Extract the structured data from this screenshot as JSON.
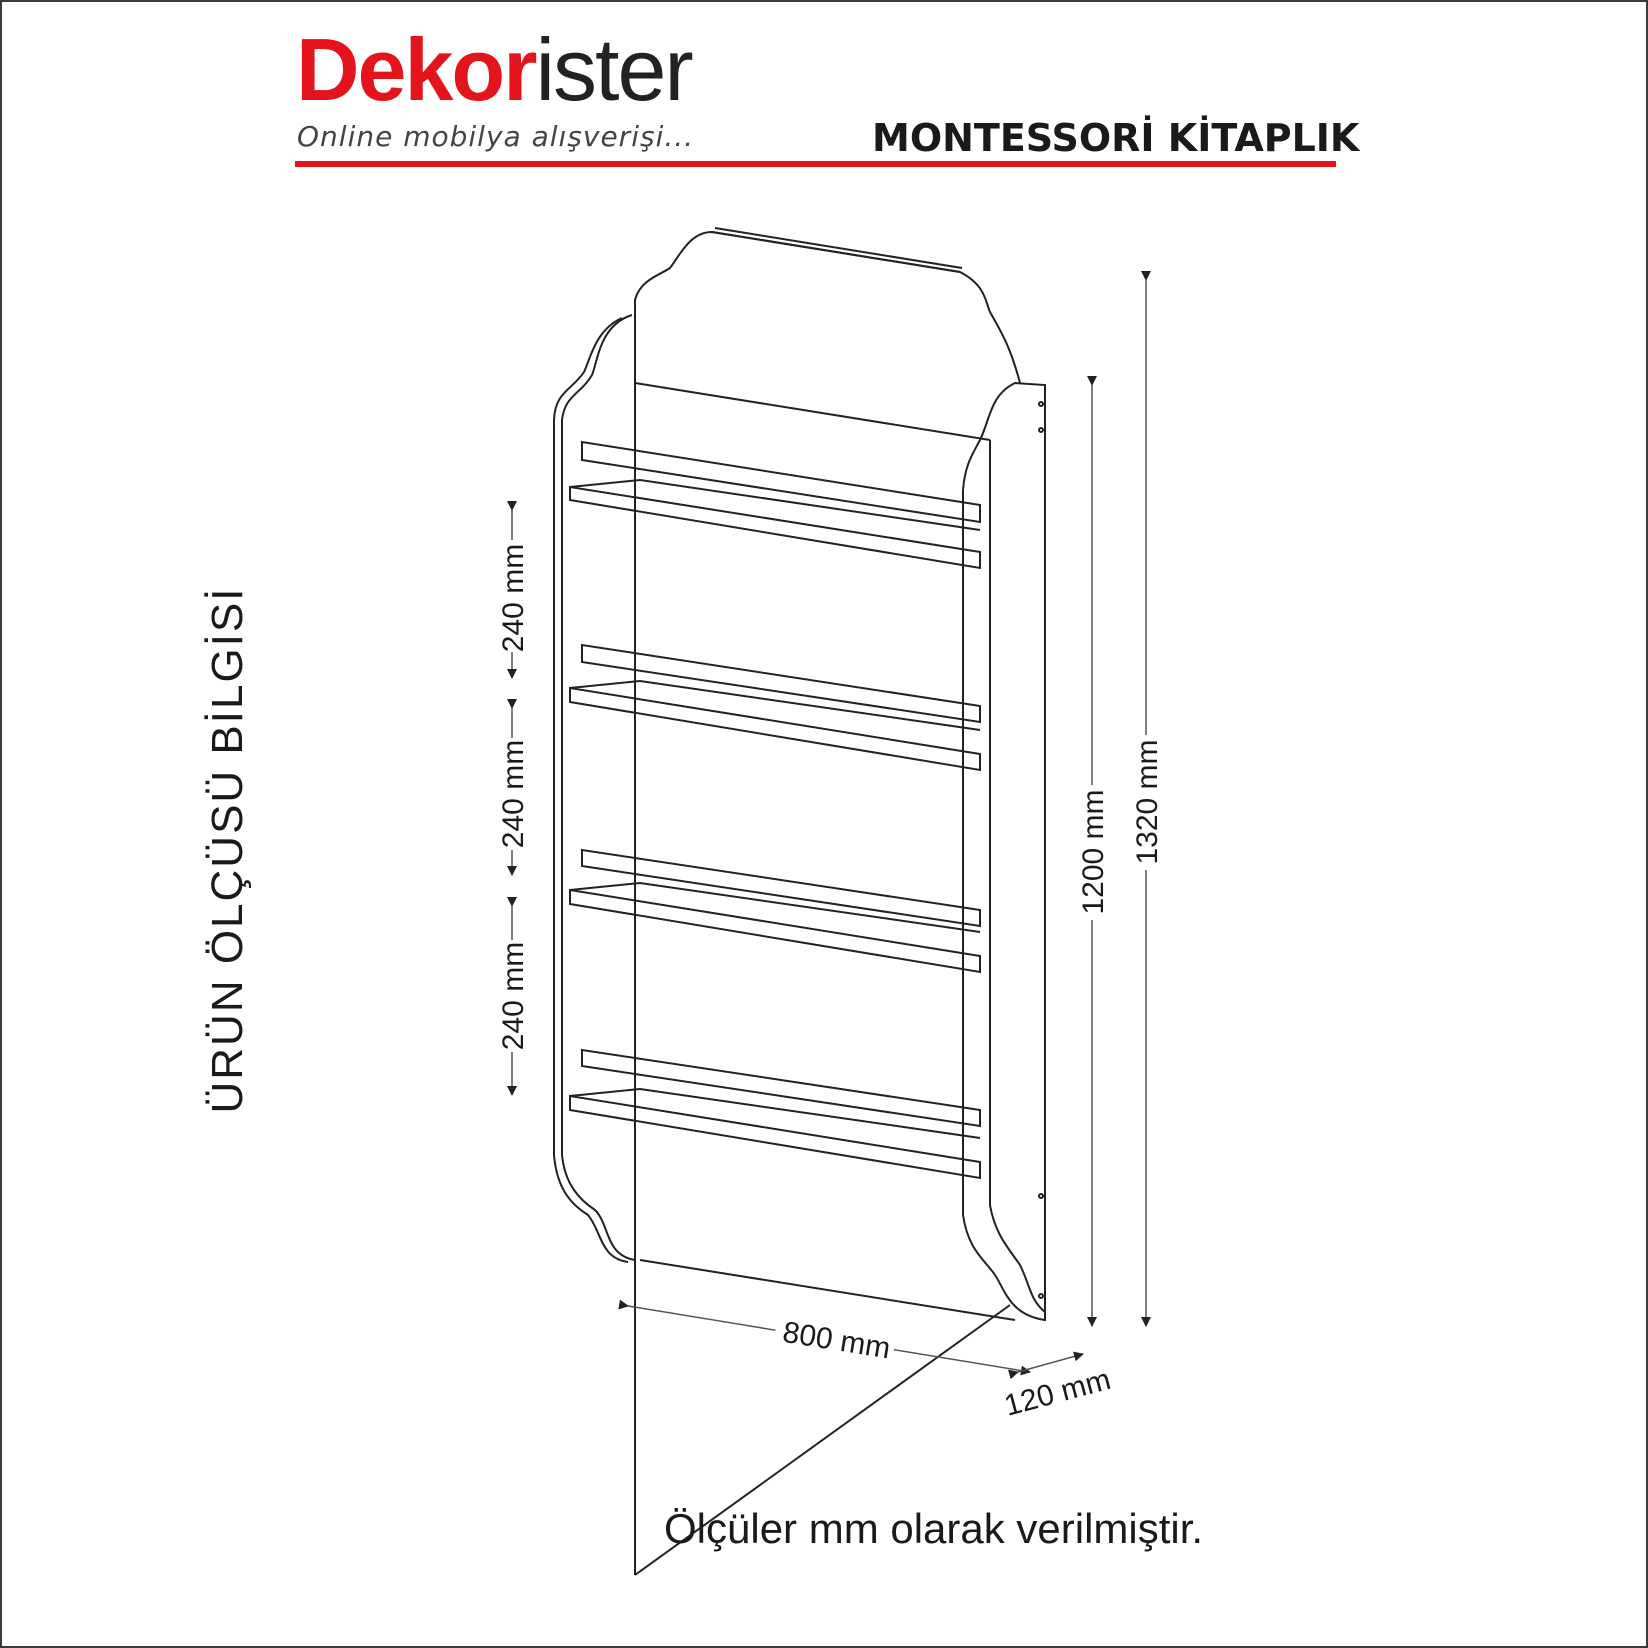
{
  "header": {
    "brand_red": "Dekor",
    "brand_dark": "ister",
    "tagline": "Online mobilya alışverişi...",
    "product_title": "MONTESSORİ KİTAPLIK",
    "accent_color": "#e3141b"
  },
  "side_title": "ÜRÜN ÖLÇÜSÜ BİLGİSİ",
  "dimensions": {
    "shelf_spacing": [
      "240 mm",
      "240 mm",
      "240 mm"
    ],
    "inner_height": "1200 mm",
    "total_height": "1320 mm",
    "width": "800 mm",
    "depth": "120 mm"
  },
  "footer_note": "Ölçüler mm olarak verilmiştir."
}
